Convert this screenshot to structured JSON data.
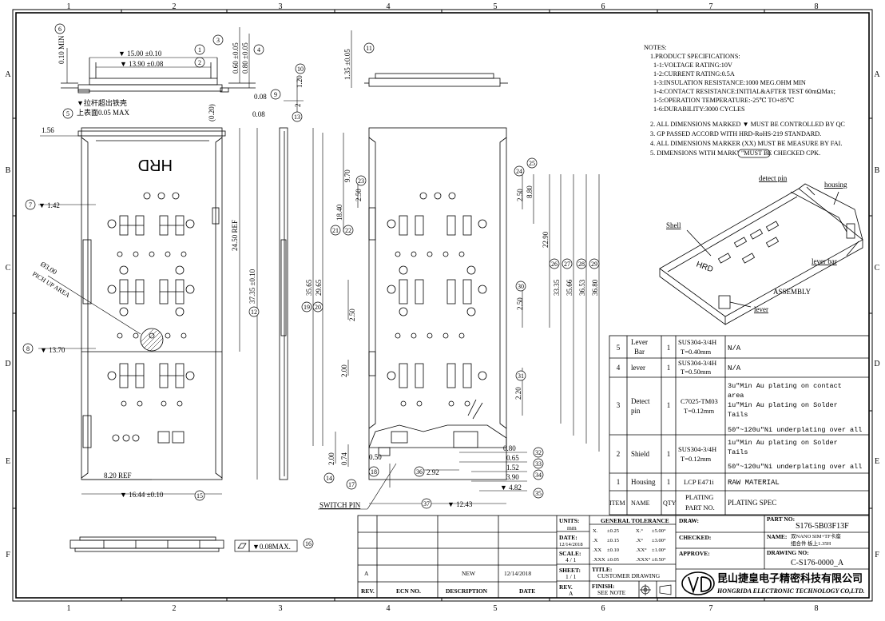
{
  "frame": {
    "cols": [
      "1",
      "2",
      "3",
      "4",
      "5",
      "6",
      "7",
      "8"
    ],
    "rows": [
      "A",
      "B",
      "C",
      "D",
      "E",
      "F"
    ]
  },
  "dims": {
    "d15_00": "▼ 15.00 ±0.10",
    "d13_90": "▼ 13.90 ±0.08",
    "d0_10min": "0.10 MIN",
    "d0_60": "0.60 ±0.05",
    "d0_80": "0.80 ±0.05",
    "d0_08a": "0.08",
    "d0_08b": "0.08",
    "d1_20": "1.20",
    "d1_35": "1.35 ±0.05",
    "d0_20": "(0.20)",
    "d1_56": "1.56",
    "d1_42": "▼ 1.42",
    "d13_70": "▼ 13.70",
    "d24_50": "24.50 REF",
    "d37_35": "37.35 ±0.10",
    "d8_20": "8.20 REF",
    "d16_44": "▼ 16.44 ±0.10",
    "d0_08max": "▼0.08MAX.",
    "d0_50": "0.50",
    "d0_74": "0.74",
    "d2_00a": "2.00",
    "d2_92": "2.92",
    "d12_43": "▼ 12.43",
    "d35_65": "35.65",
    "d29_65": "29.65",
    "d18_40": "18.40",
    "d9_70": "9.70",
    "d2_50a": "2.50",
    "d2_50b": "2.50",
    "d2_00b": "2.00",
    "d2_50c": "2.50",
    "d8_80": "8.80",
    "d22_90": "22.90",
    "d33_35": "33.35",
    "d35_66": "35.66",
    "d36_53": "36.53",
    "d36_80": "36.80",
    "d2_50d": "2.50",
    "d2_20": "2.20",
    "d0_80r": "0.80",
    "d0_65": "0.65",
    "d1_52": "1.52",
    "d3_90": "3.90",
    "d4_82": "▼ 4.82",
    "d2": "2"
  },
  "balloons": [
    "1",
    "2",
    "3",
    "4",
    "5",
    "6",
    "7",
    "8",
    "9",
    "10",
    "11",
    "12",
    "13",
    "14",
    "15",
    "16",
    "17",
    "18",
    "19",
    "20",
    "21",
    "22",
    "23",
    "24",
    "25",
    "26",
    "27",
    "28",
    "29",
    "30",
    "31",
    "32",
    "33",
    "34",
    "35",
    "36",
    "37"
  ],
  "annotations": {
    "lever_note_cn1": "▼拉杆超出铁壳",
    "lever_note_cn2": "上表面0.05 MAX",
    "pick_up_a": "Ø3.00",
    "pick_up_b": "PICH UP AREA",
    "switch_pin": "SWITCH PIN",
    "logo_text": "HRD",
    "iso_logo": "HRD"
  },
  "notes": {
    "title": "NOTES:",
    "lines": [
      "1.PRODUCT SPECIFICATIONS:",
      "  1-1:VOLTAGE RATING:10V",
      "  1-2:CURRENT RATING:0.5A",
      "  1-3:INSULATION RESISTANCE:1000 MEG.OHM MIN",
      "  1-4:CONTACT RESISTANCE:INITIAL&AFTER TEST 60mΩMax;",
      "  1-5:OPERATION TEMPERATURE:-25℃ TO+85℃",
      "  1-6:DURABILITY:3000 CYCLES",
      "2. ALL DIMENSIONS MARKED ▼ MUST BE CONTROLLED BY QC",
      "3. GP PASSED ACCORD WITH HRD-RoHS-219 STANDARD.",
      "4. ALL DIMENSIONS MARKER (XX) MUST BE MEASURE BY FAI.",
      "5. DIMENSIONS WITH MARK\"          \"MUST BE CHECKED CPK."
    ]
  },
  "assembly": {
    "detect_pin": "detect pin",
    "housing": "housing",
    "shell": "Shell",
    "lever_bar": "lever bar",
    "assembly": "ASSEMBLY",
    "lever": "lever"
  },
  "bom": {
    "headers": [
      "ITEM",
      "NAME",
      "QTY",
      "PLATING PART NO.",
      "PLATING SPEC"
    ],
    "header_part_a": "PLATING",
    "header_part_b": "PART NO.",
    "rows": [
      {
        "item": "5",
        "name_a": "Lever",
        "name_b": "Bar",
        "qty": "1",
        "mat_a": "SUS304-3/4H",
        "mat_b": "T=0.40mm",
        "spec": [
          "N/A"
        ]
      },
      {
        "item": "4",
        "name_a": "lever",
        "name_b": "",
        "qty": "1",
        "mat_a": "SUS304-3/4H",
        "mat_b": "T=0.50mm",
        "spec": [
          "N/A"
        ]
      },
      {
        "item": "3",
        "name_a": "Detect",
        "name_b": "pin",
        "qty": "1",
        "mat_a": "C7025-TM03",
        "mat_b": "T=0.12mm",
        "spec": [
          "3u\"Min Au plating on contact",
          "area",
          "1u\"Min Au plating on Solder",
          "Tails",
          "50\"~120u\"Ni underplating over all"
        ]
      },
      {
        "item": "2",
        "name_a": "Shield",
        "name_b": "",
        "qty": "1",
        "mat_a": "SUS304-3/4H",
        "mat_b": "T=0.12mm",
        "spec": [
          "1u\"Min Au plating on Solder",
          "Tails",
          "50\"~120u\"Ni underplating over all"
        ]
      },
      {
        "item": "1",
        "name_a": "Housing",
        "name_b": "",
        "qty": "1",
        "mat_a": "LCP E471i",
        "mat_b": "",
        "spec": [
          "RAW MATERIAL"
        ]
      }
    ]
  },
  "title_block": {
    "rev_row": {
      "rev": "A",
      "ecn": "",
      "desc": "NEW",
      "date": "12/14/2018"
    },
    "rev_headers": {
      "rev": "REV.",
      "ecn": "ECN NO.",
      "desc": "DESCRIPTION",
      "date": "DATE"
    },
    "units_label": "UNITS:",
    "units_value": "mm",
    "date_label": "DATE:",
    "date_value": "12/14/2018",
    "scale_label": "SCALE:",
    "scale_value": "4 / 1",
    "sheet_label": "SHEET:",
    "sheet_value": "1 / 1",
    "rev_label": "REV.",
    "rev_value": "A",
    "gt_title": "GENERAL TOLERANCE",
    "gt_rows": [
      [
        "X.",
        "±0.25",
        "X.°",
        "±5.00°"
      ],
      [
        ".X",
        "±0.15",
        ".X°",
        "±3.00°"
      ],
      [
        ".XX",
        "±0.10",
        ".XX°",
        "±1.00°"
      ],
      [
        ".XXX",
        "±0.05",
        ".XXX°",
        "±0.50°"
      ]
    ],
    "title_label": "TITLE:",
    "title_value": "CUSTOMER DRAWING",
    "finish_label": "FINISH:",
    "finish_value": "SEE NOTE",
    "draw_label": "DRAW:",
    "checked_label": "CHECKED:",
    "approve_label": "APPROVE:",
    "part_label": "PART NO:",
    "part_value": "S176-5B03F13F",
    "name_label": "NAME:",
    "name_value_a": "双NANO SIM+TF卡座",
    "name_value_b": "组合件 板上1.35H",
    "drawing_label": "DRAWING NO:",
    "drawing_value": "C-S176-0000_A",
    "company_cn": "昆山捷皇电子精密科技有限公司",
    "company_en": "HONGRIDA ELECTRONIC TECHNOLOGY CO,LTD."
  },
  "colors": {
    "line": "#000000",
    "background": "#ffffff"
  }
}
